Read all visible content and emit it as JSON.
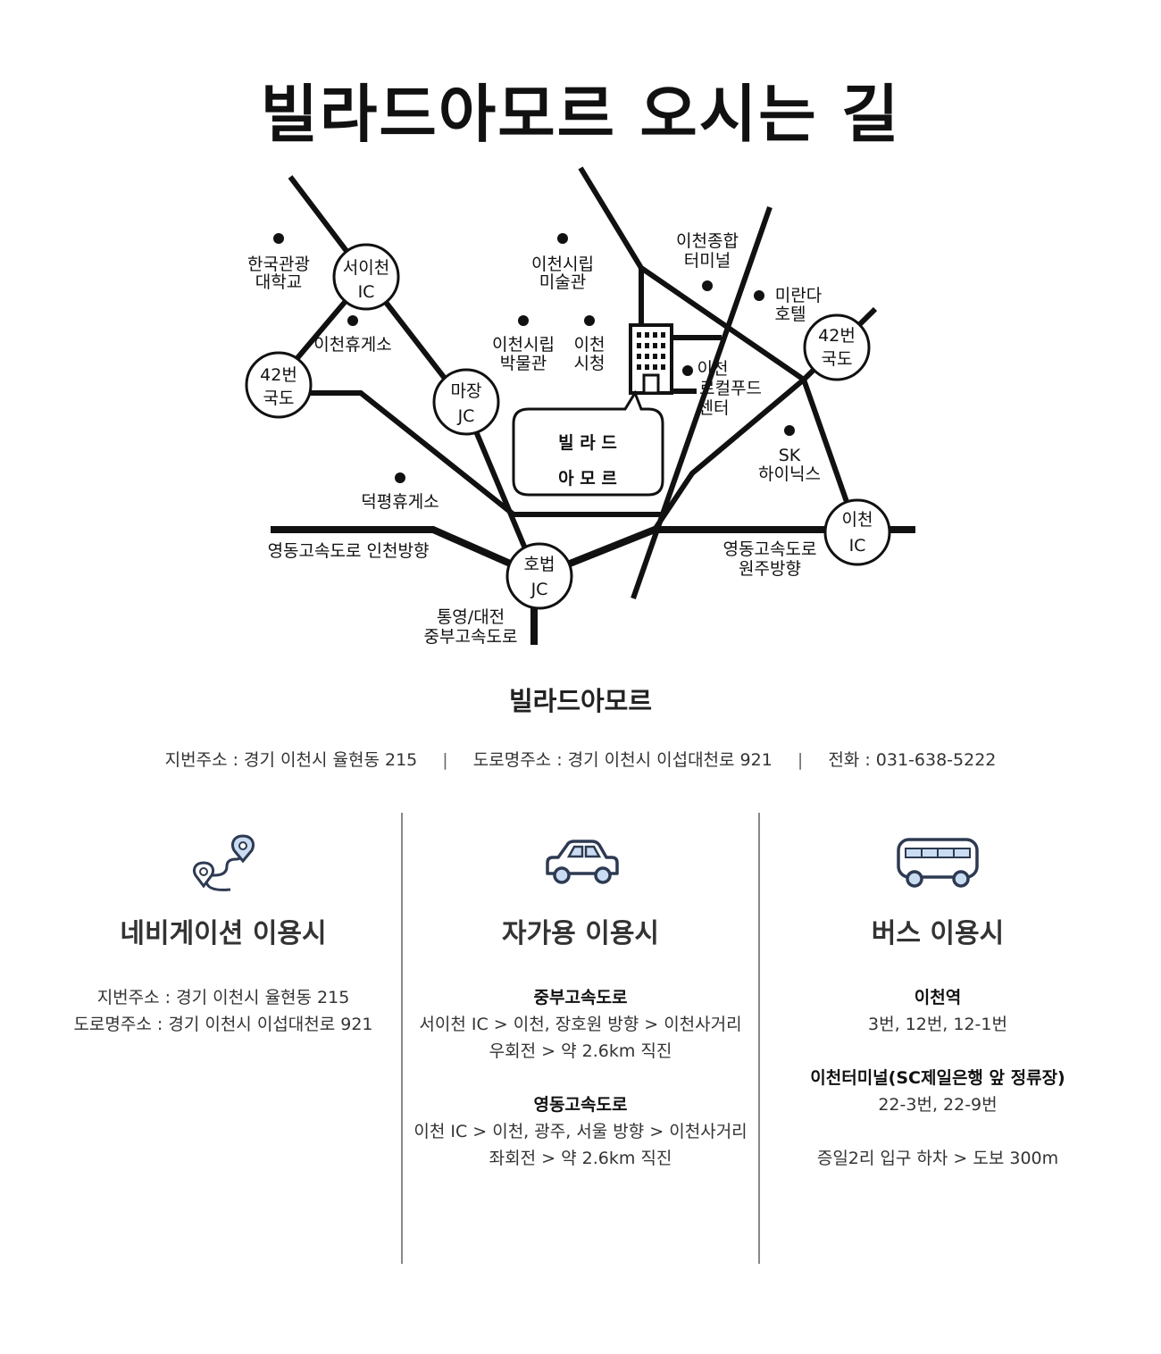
{
  "page": {
    "title": "빌라드아모르 오시는 길"
  },
  "map": {
    "labels": {
      "hankuk": [
        "한국관광",
        "대학교"
      ],
      "seoicheon_ic": [
        "서이천",
        "IC"
      ],
      "rest1": "이천휴게소",
      "route42_left": [
        "42번",
        "국도"
      ],
      "majang_jc": [
        "마장",
        "JC"
      ],
      "art_museum": [
        "이천시립",
        "미술관"
      ],
      "museum": [
        "이천시립",
        "박물관"
      ],
      "cityhall": [
        "이천",
        "시청"
      ],
      "terminal": [
        "이천종합",
        "터미널"
      ],
      "miranda": [
        "미란다",
        "호텔"
      ],
      "route42_right": [
        "42번",
        "국도"
      ],
      "localfood": [
        "이천",
        "로컬푸드",
        "센터"
      ],
      "sk": [
        "SK",
        "하이닉스"
      ],
      "deokpyeong": "덕평휴게소",
      "venue_callout": [
        "빌 라 드",
        "아 모 르"
      ],
      "yeongdong_incheon": "영동고속도로 인천방향",
      "hobeop_jc": [
        "호법",
        "JC"
      ],
      "yeongdong_wonju": [
        "영동고속도로",
        "원주방향"
      ],
      "icheon_ic": [
        "이천",
        "IC"
      ],
      "tongyeong": [
        "통영/대전",
        "중부고속도로"
      ]
    }
  },
  "info": {
    "brand": "빌라드아모르",
    "lot_address": "지번주소 : 경기 이천시 율현동 215",
    "road_address": "도로명주소 : 경기 이천시 이섭대천로 921",
    "phone": "전화 : 031-638-5222",
    "separator": "|"
  },
  "columns": {
    "nav": {
      "icon": "route-pin-icon",
      "title": "네비게이션 이용시",
      "lines": [
        "지번주소 : 경기 이천시 율현동 215",
        "도로명주소 : 경기 이천시 이섭대천로 921"
      ]
    },
    "car": {
      "icon": "car-icon",
      "title": "자가용 이용시",
      "route1_title": "중부고속도로",
      "route1_lines": [
        "서이천 IC > 이천, 장호원 방향 > 이천사거리",
        "우회전 > 약 2.6km 직진"
      ],
      "route2_title": "영동고속도로",
      "route2_lines": [
        "이천 IC > 이천, 광주, 서울 방향 > 이천사거리",
        "좌회전 > 약 2.6km 직진"
      ]
    },
    "bus": {
      "icon": "bus-icon",
      "title": "버스 이용시",
      "stop1_title": "이천역",
      "stop1_lines": [
        "3번, 12번, 12-1번"
      ],
      "stop2_title": "이천터미널(SC제일은행 앞 정류장)",
      "stop2_lines": [
        "22-3번, 22-9번"
      ],
      "footer": "증일2리 입구 하차 > 도보 300m"
    }
  },
  "colors": {
    "road": "#111111",
    "icon_fill": "#c9dcf2",
    "icon_stroke": "#2d3a52"
  }
}
